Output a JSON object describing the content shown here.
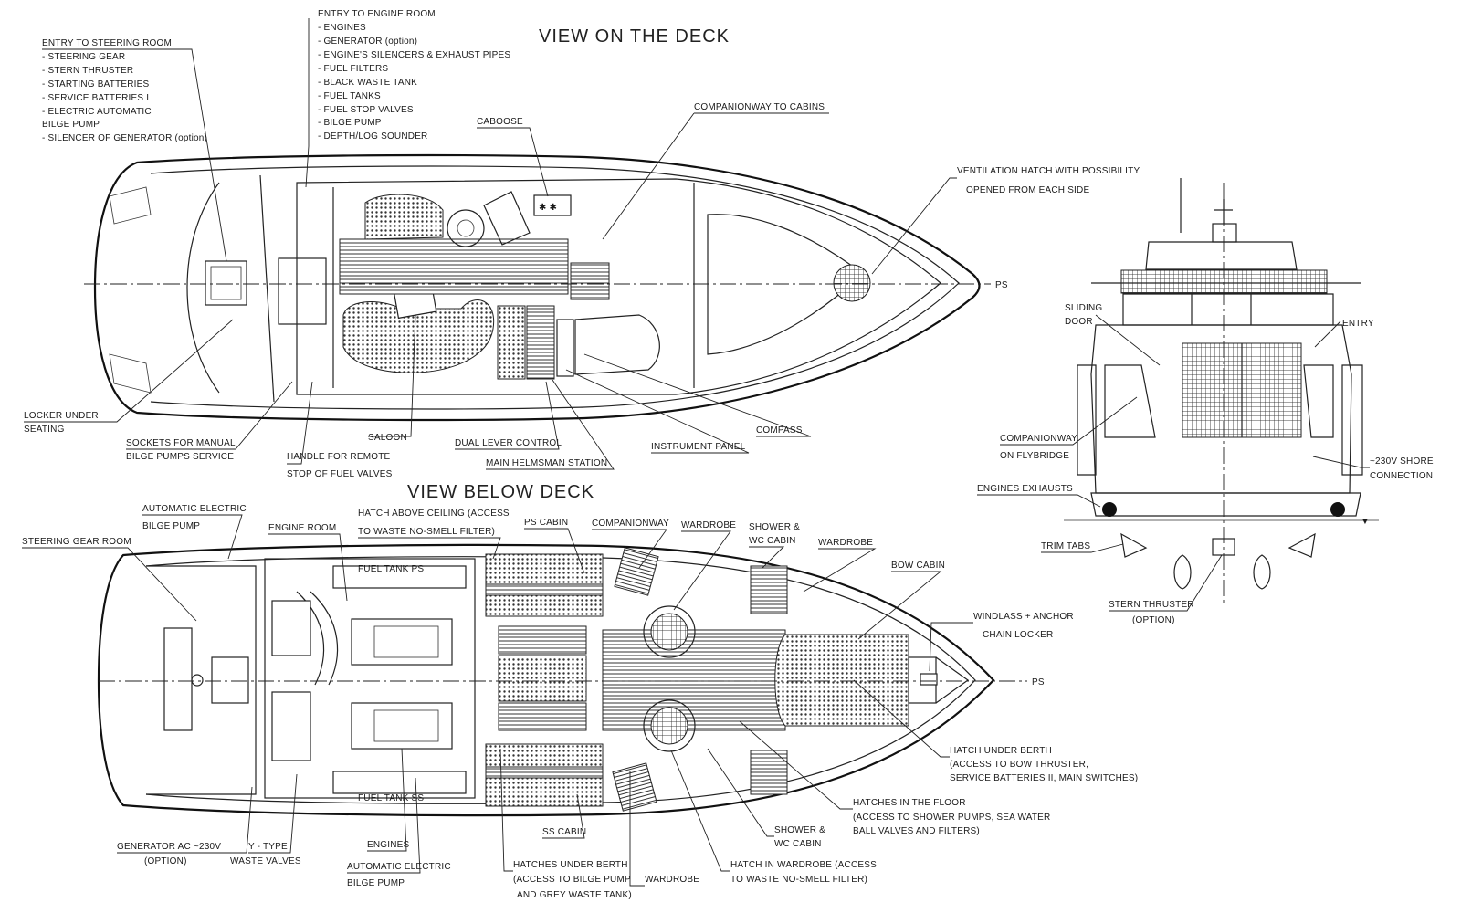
{
  "titles": {
    "deck": "VIEW ON THE DECK",
    "below": "VIEW BELOW DECK"
  },
  "deck_labels": {
    "steering_room_list": [
      "ENTRY TO STEERING ROOM",
      "- STEERING GEAR",
      "- STERN THRUSTER",
      "- STARTING BATTERIES",
      "- SERVICE BATTERIES I",
      "- ELECTRIC AUTOMATIC",
      "  BILGE PUMP",
      "- SILENCER OF GENERATOR (option)"
    ],
    "engine_room_list": [
      "ENTRY TO ENGINE ROOM",
      "- ENGINES",
      "- GENERATOR (option)",
      "- ENGINE'S SILENCERS & EXHAUST PIPES",
      "- FUEL FILTERS",
      "- BLACK WASTE TANK",
      "- FUEL TANKS",
      "- FUEL STOP VALVES",
      "- BILGE PUMP",
      "- DEPTH/LOG SOUNDER"
    ],
    "caboose": "CABOOSE",
    "companionway_cabins": "COMPANIONWAY TO CABINS",
    "ventilation_hatch": [
      "VENTILATION HATCH WITH POSSIBILITY",
      "OPENED FROM EACH SIDE"
    ],
    "ps": "PS",
    "locker": [
      "LOCKER UNDER",
      "SEATING"
    ],
    "sockets": [
      "SOCKETS FOR MANUAL",
      "BILGE PUMPS SERVICE"
    ],
    "handle": [
      "HANDLE FOR REMOTE",
      "STOP OF FUEL VALVES"
    ],
    "saloon": "SALOON",
    "dual_lever": "DUAL LEVER CONTROL",
    "helmsman": "MAIN HELMSMAN STATION",
    "instrument": "INSTRUMENT PANEL",
    "compass": "COMPASS"
  },
  "stern_labels": {
    "sliding_door": [
      "SLIDING",
      "DOOR"
    ],
    "entry": "ENTRY",
    "companionway_fly": [
      "COMPANIONWAY",
      "ON FLYBRIDGE"
    ],
    "shore": [
      "~230V SHORE",
      "CONNECTION"
    ],
    "exhausts": "ENGINES EXHAUSTS",
    "trim_tabs": "TRIM TABS",
    "stern_thruster": [
      "STERN THRUSTER",
      "(OPTION)"
    ]
  },
  "below_labels": {
    "steering_gear_room": "STEERING GEAR ROOM",
    "auto_bilge_top": [
      "AUTOMATIC ELECTRIC",
      "BILGE PUMP"
    ],
    "engine_room": "ENGINE ROOM",
    "hatch_ceiling": [
      "HATCH ABOVE CEILING (ACCESS",
      "TO WASTE NO-SMELL FILTER)"
    ],
    "ps_cabin": "PS CABIN",
    "companionway": "COMPANIONWAY",
    "wardrobe_1": "WARDROBE",
    "shower_top": [
      "SHOWER &",
      "WC CABIN"
    ],
    "wardrobe_2": "WARDROBE",
    "bow_cabin": "BOW CABIN",
    "windlass": [
      "WINDLASS + ANCHOR",
      "CHAIN LOCKER"
    ],
    "ps": "PS",
    "fuel_tank_ps": "FUEL TANK PS",
    "fuel_tank_ss": "FUEL TANK SS",
    "hatch_berth_bow": [
      "HATCH UNDER BERTH",
      "(ACCESS TO BOW THRUSTER,",
      "SERVICE BATTERIES II, MAIN SWITCHES)"
    ],
    "hatches_floor": [
      "HATCHES IN THE FLOOR",
      "(ACCESS TO SHOWER PUMPS, SEA WATER",
      "BALL VALVES AND FILTERS)"
    ],
    "shower_bottom": [
      "SHOWER &",
      "WC CABIN"
    ],
    "generator": [
      "GENERATOR AC ~230V",
      "(OPTION)"
    ],
    "y_type": [
      "Y - TYPE",
      "WASTE VALVES"
    ],
    "engines": "ENGINES",
    "auto_bilge_bottom": [
      "AUTOMATIC ELECTRIC",
      "BILGE PUMP"
    ],
    "ss_cabin": "SS CABIN",
    "hatches_berth": [
      "HATCHES UNDER BERTH",
      "(ACCESS TO BILGE PUMP",
      "AND GREY WASTE TANK)"
    ],
    "wardrobe_3": "WARDROBE",
    "hatch_wardrobe": [
      "HATCH IN WARDROBE (ACCESS",
      "TO WASTE NO-SMELL FILTER)"
    ]
  }
}
